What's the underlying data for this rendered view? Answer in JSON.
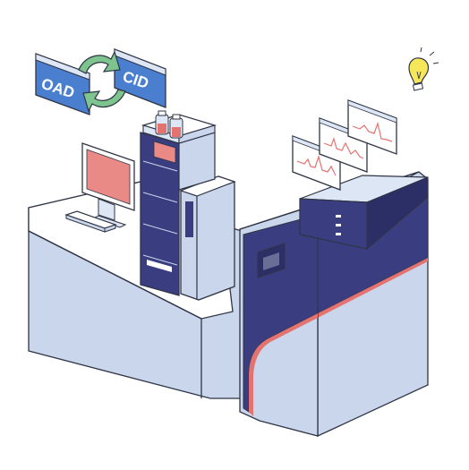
{
  "labels": {
    "oad": "OAD",
    "cid": "CID"
  },
  "colors": {
    "outline": "#2f3545",
    "light_blue": "#c9d6ec",
    "pale_blue": "#dde6f4",
    "navy": "#3a3d7f",
    "navy_dark": "#2c2e66",
    "accent_red": "#e4736f",
    "screen_pink": "#e98a87",
    "arrow_green": "#7ec48e",
    "bulb_yellow": "#f5e65a",
    "window_blue": "#4a7fd0",
    "white": "#ffffff"
  },
  "icons": [
    "oad-window-icon",
    "cid-window-icon",
    "cycle-arrows-icon",
    "lightbulb-icon"
  ],
  "spectra_count": 3
}
